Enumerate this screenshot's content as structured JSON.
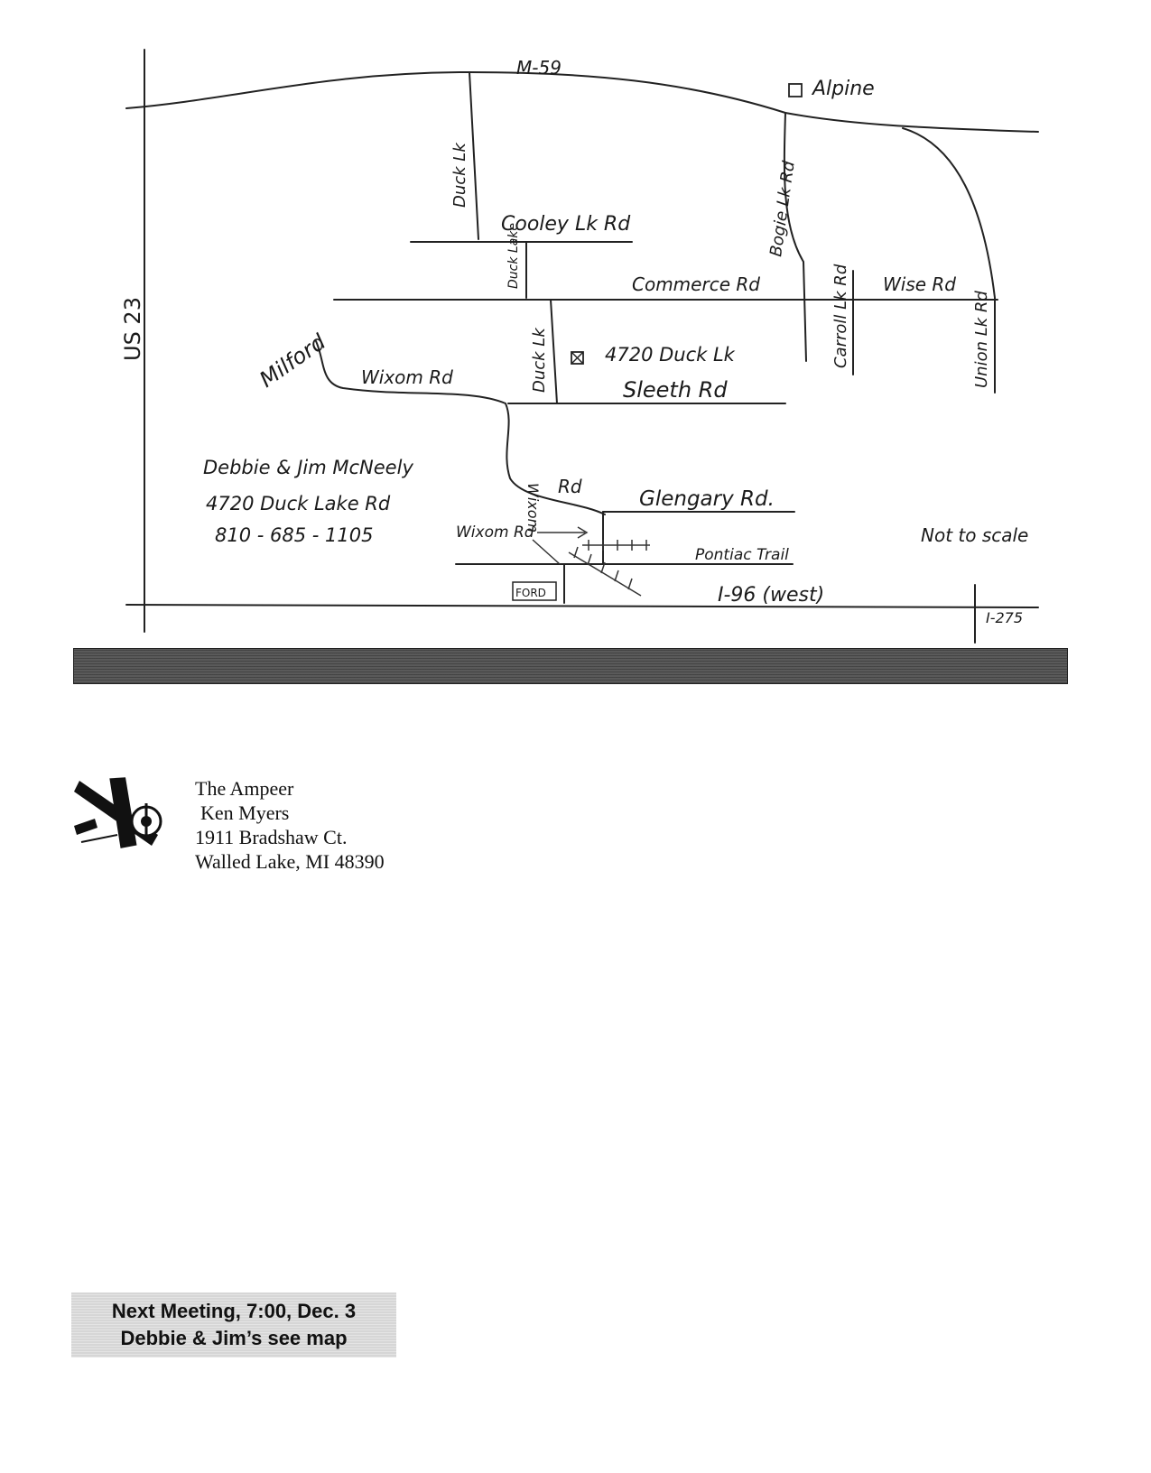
{
  "map": {
    "roads": {
      "m59": "M-59",
      "alpine": "Alpine",
      "duck_lk_north": "Duck Lk",
      "cooley": "Cooley Lk Rd",
      "duck_lake_short": "Duck Lake",
      "commerce": "Commerce Rd",
      "bogie": "Bogie Lk Rd",
      "carroll": "Carroll Lk Rd",
      "wise": "Wise Rd",
      "union": "Union Lk Rd",
      "us23": "US 23",
      "milford": "Milford",
      "wixom_rd_west": "Wixom Rd",
      "duck_lk_mid": "Duck Lk",
      "house": "4720 Duck Lk",
      "sleeth": "Sleeth Rd",
      "wixom_vertical": "Wixom",
      "wixom_rd_curve": "Rd",
      "glengary": "Glengary Rd.",
      "wixom_rd_arrow": "Wixom Rd",
      "pontiac_trail": "Pontiac Trail",
      "ford": "FORD",
      "i96": "I-96 (west)",
      "i275": "I-275",
      "not_to_scale": "Not to scale"
    },
    "hosts": {
      "names": "Debbie & Jim McNeely",
      "address": "4720 Duck Lake Rd",
      "phone": "810 - 685 - 1105"
    }
  },
  "mailer": {
    "line1": "The Ampeer",
    "line2": "Ken Myers",
    "line3": "1911 Bradshaw Ct.",
    "line4": "Walled Lake, MI  48390",
    "logo_icon": "airplane-icon"
  },
  "meeting": {
    "line1": "Next Meeting, 7:00, Dec. 3",
    "line2": "Debbie & Jim’s see map"
  }
}
